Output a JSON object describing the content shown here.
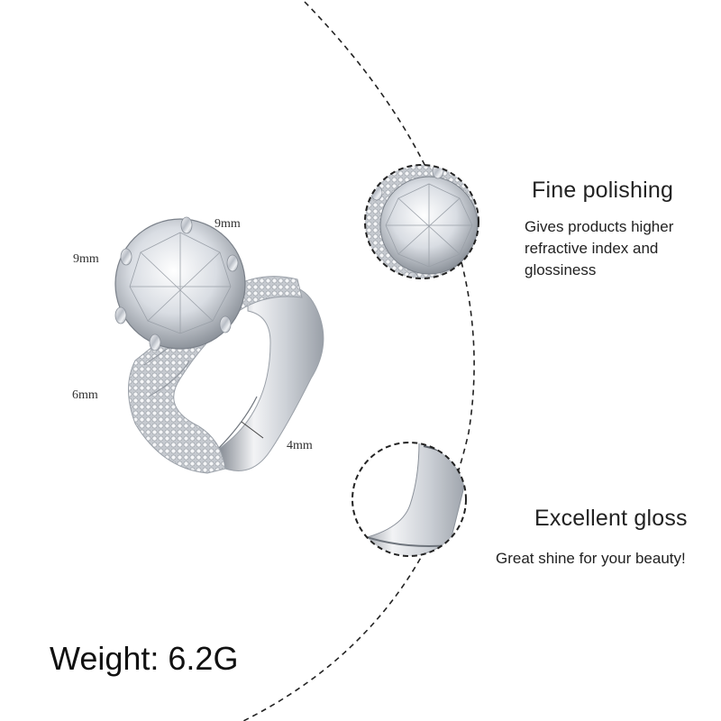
{
  "dimensions": {
    "top_width": "9mm",
    "side_height": "9mm",
    "band_width": "6mm",
    "band_thickness": "4mm"
  },
  "features": [
    {
      "title": "Fine polishing",
      "description": [
        "Gives products higher",
        "refractive index and",
        "glossiness"
      ],
      "image_icon": "stone-closeup"
    },
    {
      "title": "Excellent gloss",
      "description": [
        "Great shine for your beauty!"
      ],
      "image_icon": "band-closeup"
    }
  ],
  "weight_label": "Weight: 6.2G",
  "colors": {
    "background": "#ffffff",
    "text": "#222222",
    "dashed_line": "#222222",
    "silver": "#c8ccd2"
  }
}
